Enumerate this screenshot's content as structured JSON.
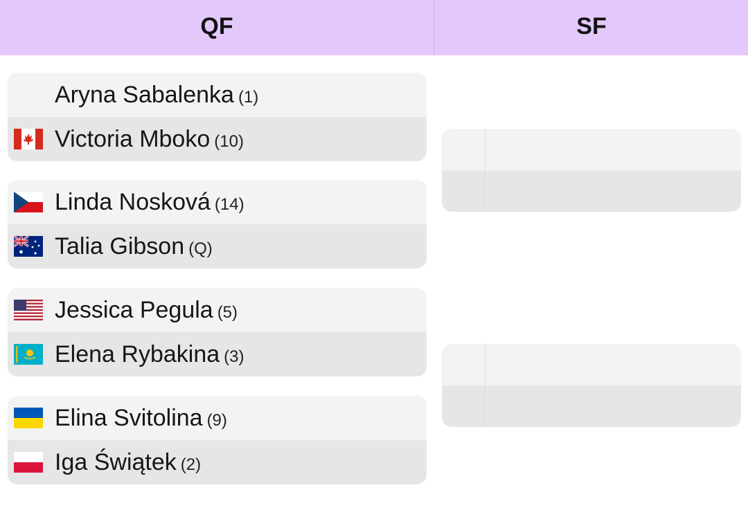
{
  "header": {
    "qf_label": "QF",
    "sf_label": "SF"
  },
  "quarterfinals": [
    {
      "players": [
        {
          "name": "Aryna Sabalenka",
          "seed": "(1)",
          "flag": "none"
        },
        {
          "name": "Victoria Mboko",
          "seed": "(10)",
          "flag": "canada-flag-icon"
        }
      ]
    },
    {
      "players": [
        {
          "name": "Linda Nosková",
          "seed": "(14)",
          "flag": "czech-flag-icon"
        },
        {
          "name": "Talia Gibson",
          "seed": "(Q)",
          "flag": "australia-flag-icon"
        }
      ]
    },
    {
      "players": [
        {
          "name": "Jessica Pegula",
          "seed": "(5)",
          "flag": "usa-flag-icon"
        },
        {
          "name": "Elena Rybakina",
          "seed": "(3)",
          "flag": "kazakhstan-flag-icon"
        }
      ]
    },
    {
      "players": [
        {
          "name": "Elina Svitolina",
          "seed": "(9)",
          "flag": "ukraine-flag-icon"
        },
        {
          "name": "Iga Świątek",
          "seed": "(2)",
          "flag": "poland-flag-icon"
        }
      ]
    }
  ],
  "colors": {
    "header_bg": "#e3c8fb",
    "row_light": "#f3f3f3",
    "row_dark": "#e6e6e6"
  }
}
